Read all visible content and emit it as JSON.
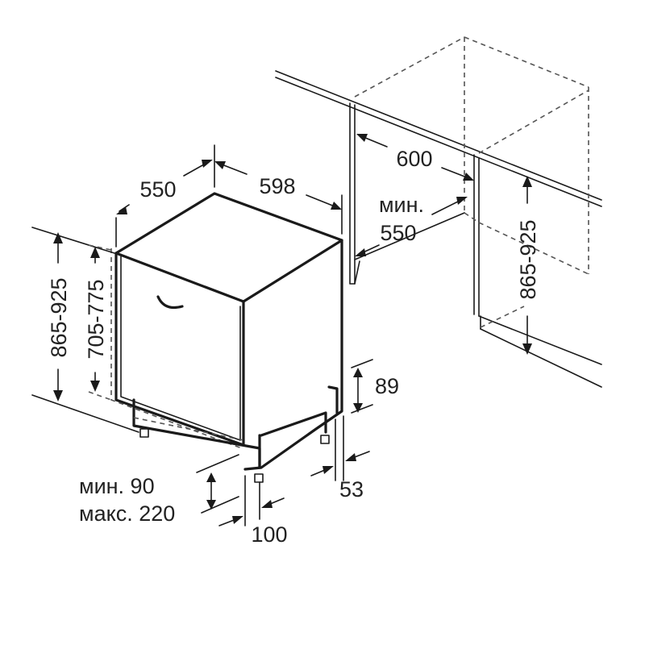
{
  "diagram": {
    "dimensions": {
      "depth": "550",
      "width": "598",
      "height_range": "865-925",
      "inner_height": "705-775",
      "niche_width": "600",
      "niche_depth_label": "мин.",
      "niche_depth_value": "550",
      "niche_height": "865-925",
      "plinth_height": "89",
      "foot_offset": "53",
      "plinth_min": "мин. 90",
      "plinth_max": "макс. 220",
      "foot_depth": "100"
    },
    "colors": {
      "line": "#1a1a1a",
      "dashed": "#555555",
      "background": "#ffffff"
    }
  }
}
